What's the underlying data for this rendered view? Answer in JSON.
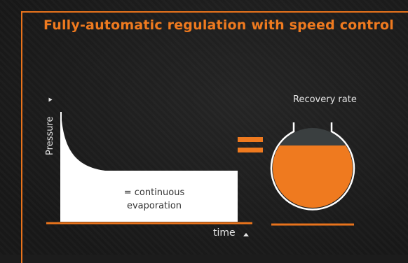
{
  "title": "Fully-automatic regulation with speed control",
  "graph": {
    "ylabel": "Pressure",
    "xlabel": "time",
    "area_label_line1": "= continuous",
    "area_label_line2": "evaporation"
  },
  "flask": {
    "label": "Recovery rate"
  },
  "colors": {
    "accent": "#ef7a1f",
    "background": "#1c1c1c",
    "white": "#ffffff",
    "flask_headspace": "#3a3f40"
  }
}
